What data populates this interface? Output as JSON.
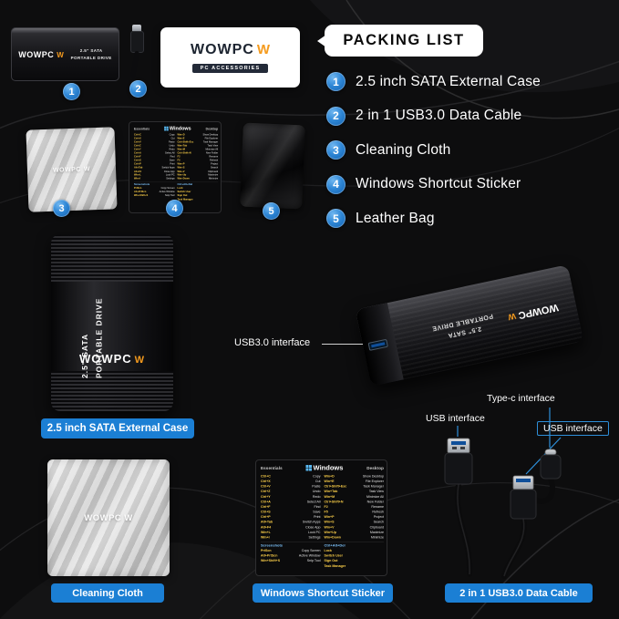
{
  "colors": {
    "background": "#0d0d0e",
    "accent_blue": "#1b7fd4",
    "badge_blue": "#2f87d6",
    "annotation_blue": "#2e8fd9",
    "logo_orange": "#f59b1e",
    "sticker_key_yellow": "#ffd24a"
  },
  "brand": {
    "name": "WOWPC",
    "mark": "W",
    "tagline": "PC ACCESSORIES",
    "case_line1": "2.5\" SATA",
    "case_line2": "PORTABLE DRIVE"
  },
  "packing_list": {
    "title": "PACKING LIST",
    "items": [
      {
        "num": "1",
        "label": "2.5 inch SATA External Case"
      },
      {
        "num": "2",
        "label": "2 in 1 USB3.0 Data Cable"
      },
      {
        "num": "3",
        "label": "Cleaning Cloth"
      },
      {
        "num": "4",
        "label": "Windows Shortcut Sticker"
      },
      {
        "num": "5",
        "label": "Leather Bag"
      }
    ]
  },
  "captions": {
    "case": "2.5 inch SATA External Case",
    "cloth": "Cleaning Cloth",
    "sticker": "Windows Shortcut Sticker",
    "cable": "2 in 1 USB3.0 Data Cable"
  },
  "annotations": {
    "usb3": "USB3.0 interface",
    "type_c": "Type-c interface",
    "usb_left": "USB interface",
    "usb_right": "USB interface"
  },
  "sticker": {
    "title": "Windows",
    "left_header": "Essentials",
    "right_header": "Desktop",
    "screenshots_header": "Screenshots",
    "cad_header": "Ctrl+Alt+Del",
    "essentials": [
      {
        "k": "Ctrl+C",
        "v": "Copy"
      },
      {
        "k": "Ctrl+X",
        "v": "Cut"
      },
      {
        "k": "Ctrl+V",
        "v": "Paste"
      },
      {
        "k": "Ctrl+Z",
        "v": "Undo"
      },
      {
        "k": "Ctrl+Y",
        "v": "Redo"
      },
      {
        "k": "Ctrl+A",
        "v": "Select All"
      },
      {
        "k": "Ctrl+F",
        "v": "Find"
      },
      {
        "k": "Ctrl+S",
        "v": "Save"
      },
      {
        "k": "Ctrl+P",
        "v": "Print"
      },
      {
        "k": "Alt+Tab",
        "v": "Switch Apps"
      },
      {
        "k": "Alt+F4",
        "v": "Close App"
      },
      {
        "k": "Win+L",
        "v": "Lock PC"
      },
      {
        "k": "Win+I",
        "v": "Settings"
      }
    ],
    "desktop": [
      {
        "k": "Win+D",
        "v": "Show Desktop"
      },
      {
        "k": "Win+E",
        "v": "File Explorer"
      },
      {
        "k": "Ctrl+Shift+Esc",
        "v": "Task Manager"
      },
      {
        "k": "Win+Tab",
        "v": "Task View"
      },
      {
        "k": "Win+M",
        "v": "Minimize All"
      },
      {
        "k": "Ctrl+Shift+N",
        "v": "New Folder"
      },
      {
        "k": "F2",
        "v": "Rename"
      },
      {
        "k": "F5",
        "v": "Refresh"
      },
      {
        "k": "Win+P",
        "v": "Project"
      },
      {
        "k": "Win+S",
        "v": "Search"
      },
      {
        "k": "Win+V",
        "v": "Clipboard"
      },
      {
        "k": "Win+Up",
        "v": "Maximize"
      },
      {
        "k": "Win+Down",
        "v": "Minimize"
      }
    ],
    "screenshots": [
      {
        "k": "PrtScn",
        "v": "Copy Screen"
      },
      {
        "k": "Alt+PrtScn",
        "v": "Active Window"
      },
      {
        "k": "Win+Shift+S",
        "v": "Snip Tool"
      }
    ],
    "cad": [
      {
        "k": "Lock",
        "v": ""
      },
      {
        "k": "Switch User",
        "v": ""
      },
      {
        "k": "Sign Out",
        "v": ""
      },
      {
        "k": "Task Manager",
        "v": ""
      }
    ]
  }
}
